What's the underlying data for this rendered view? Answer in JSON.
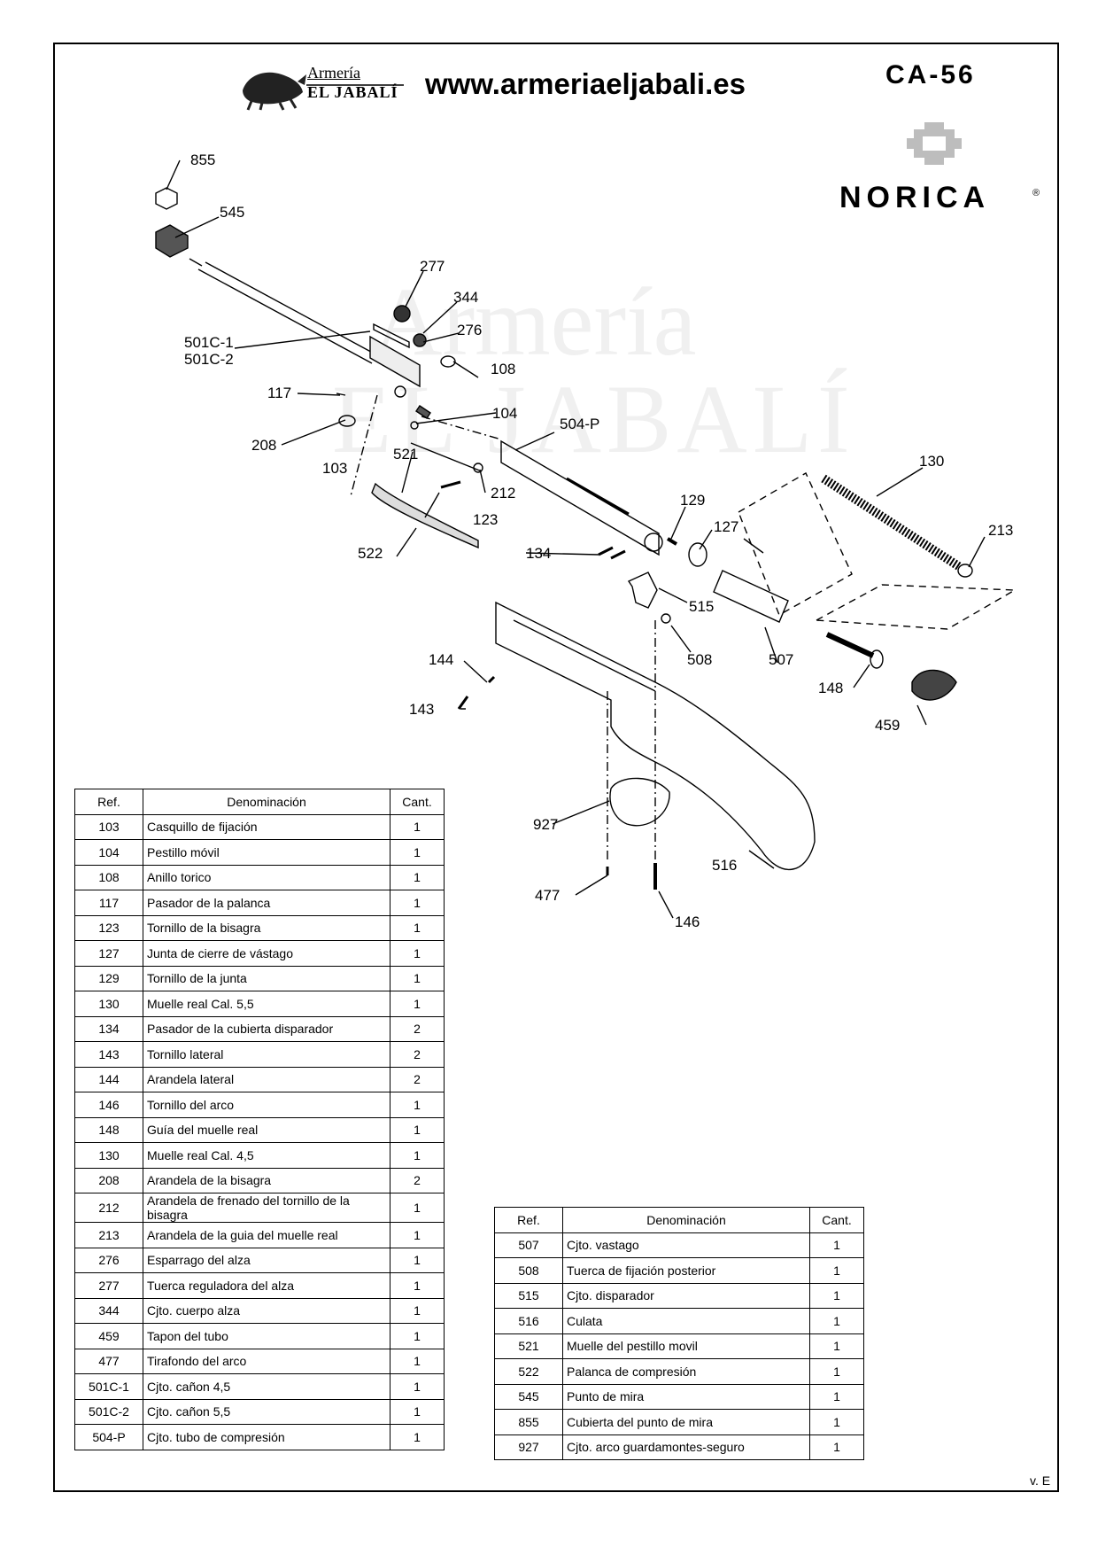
{
  "header": {
    "brand_top": "Armería",
    "brand_bottom": "EL JABALÍ",
    "website": "www.armeriaeljabali.es",
    "model": "CA-56",
    "manufacturer": "NORICA",
    "registered_mark": "®"
  },
  "watermark": {
    "line1": "Armería",
    "line2": "EL JABALÍ"
  },
  "callouts": [
    "855",
    "545",
    "277",
    "344",
    "276",
    "501C-1",
    "501C-2",
    "108",
    "117",
    "104",
    "504-P",
    "208",
    "521",
    "103",
    "212",
    "123",
    "130",
    "129",
    "127",
    "213",
    "522",
    "134",
    "515",
    "508",
    "507",
    "144",
    "148",
    "143",
    "459",
    "927",
    "516",
    "477",
    "146"
  ],
  "table_left": {
    "headers": [
      "Ref.",
      "Denominación",
      "Cant."
    ],
    "rows": [
      [
        "103",
        "Casquillo de fijación",
        "1"
      ],
      [
        "104",
        "Pestillo móvil",
        "1"
      ],
      [
        "108",
        "Anillo torico",
        "1"
      ],
      [
        "117",
        "Pasador de la palanca",
        "1"
      ],
      [
        "123",
        "Tornillo de la bisagra",
        "1"
      ],
      [
        "127",
        "Junta de cierre de vástago",
        "1"
      ],
      [
        "129",
        "Tornillo de la junta",
        "1"
      ],
      [
        "130",
        "Muelle real Cal. 5,5",
        "1"
      ],
      [
        "134",
        "Pasador de la cubierta disparador",
        "2"
      ],
      [
        "143",
        "Tornillo lateral",
        "2"
      ],
      [
        "144",
        "Arandela lateral",
        "2"
      ],
      [
        "146",
        "Tornillo del arco",
        "1"
      ],
      [
        "148",
        "Guía del muelle real",
        "1"
      ],
      [
        "130",
        "Muelle real Cal. 4,5",
        "1"
      ],
      [
        "208",
        "Arandela de la bisagra",
        "2"
      ],
      [
        "212",
        "Arandela de frenado del tornillo de la bisagra",
        "1"
      ],
      [
        "213",
        "Arandela de la guia del muelle real",
        "1"
      ],
      [
        "276",
        "Esparrago del alza",
        "1"
      ],
      [
        "277",
        "Tuerca reguladora del alza",
        "1"
      ],
      [
        "344",
        "Cjto. cuerpo alza",
        "1"
      ],
      [
        "459",
        "Tapon del tubo",
        "1"
      ],
      [
        "477",
        "Tirafondo del arco",
        "1"
      ],
      [
        "501C-1",
        "Cjto. cañon 4,5",
        "1"
      ],
      [
        "501C-2",
        "Cjto. cañon 5,5",
        "1"
      ],
      [
        "504-P",
        "Cjto. tubo de compresión",
        "1"
      ]
    ]
  },
  "table_right": {
    "headers": [
      "Ref.",
      "Denominación",
      "Cant."
    ],
    "rows": [
      [
        "507",
        "Cjto. vastago",
        "1"
      ],
      [
        "508",
        "Tuerca de fijación posterior",
        "1"
      ],
      [
        "515",
        "Cjto. disparador",
        "1"
      ],
      [
        "516",
        "Culata",
        "1"
      ],
      [
        "521",
        "Muelle del pestillo movil",
        "1"
      ],
      [
        "522",
        "Palanca de compresión",
        "1"
      ],
      [
        "545",
        "Punto de mira",
        "1"
      ],
      [
        "855",
        "Cubierta del punto de mira",
        "1"
      ],
      [
        "927",
        "Cjto. arco guardamontes-seguro",
        "1"
      ]
    ]
  },
  "footer": {
    "version": "v. E"
  }
}
